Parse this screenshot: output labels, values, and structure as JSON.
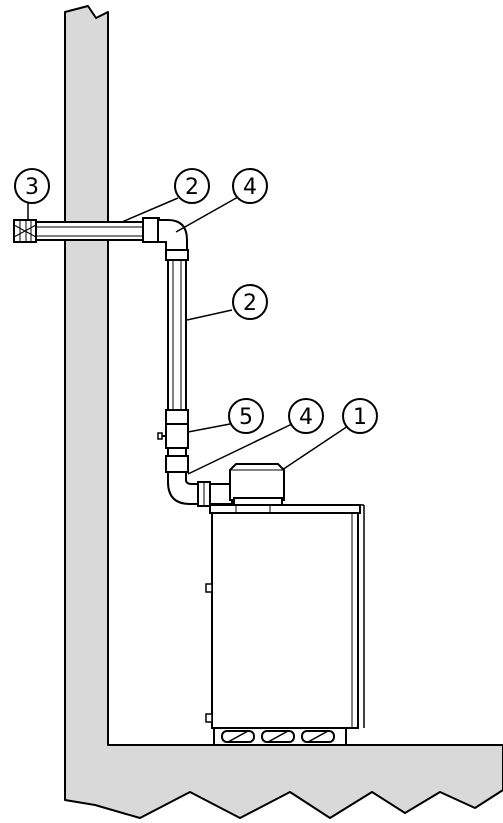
{
  "callouts": [
    {
      "id": "c3",
      "label": "3"
    },
    {
      "id": "c2a",
      "label": "2"
    },
    {
      "id": "c4a",
      "label": "4"
    },
    {
      "id": "c2b",
      "label": "2"
    },
    {
      "id": "c5",
      "label": "5"
    },
    {
      "id": "c4b",
      "label": "4"
    },
    {
      "id": "c1",
      "label": "1"
    }
  ],
  "colors": {
    "wall": "#d9d9d9",
    "stroke": "#000000",
    "background": "#ffffff"
  }
}
